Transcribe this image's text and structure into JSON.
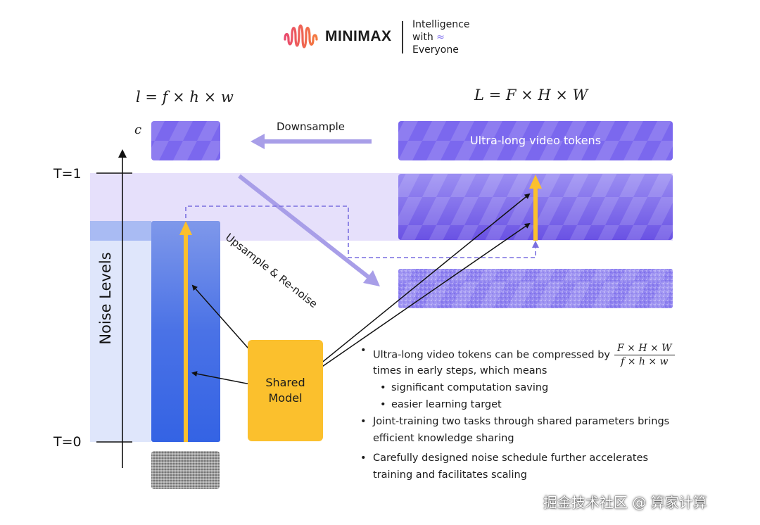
{
  "header": {
    "brand": "MINIMAX",
    "tagline_line1": "Intelligence",
    "tagline_line2": "with",
    "tagline_line3": "Everyone",
    "accent_color": "#f28c28"
  },
  "formulas": {
    "small": "l = f × h × w",
    "large": "L = F × H × W",
    "channel": "c"
  },
  "axis": {
    "t_top": "T=1",
    "t_bottom": "T=0",
    "label": "Noise Levels"
  },
  "arrows": {
    "downsample": "Downsample",
    "upsample": "Upsample & Re-noise"
  },
  "tokens": {
    "label": "Ultra-long video tokens"
  },
  "model": {
    "line1": "Shared",
    "line2": "Model"
  },
  "bullets": {
    "b1_text": "Ultra-long video tokens can be compressed by",
    "b1_frac_num": "F × H × W",
    "b1_frac_den": "f × h × w",
    "b1_cont": "times in early steps, which means",
    "sub1": "significant computation saving",
    "sub2": "easier learning target",
    "b2_line1": "Joint-training two tasks through shared parameters brings",
    "b2_line2": "efficient knowledge sharing",
    "b3_line1": "Carefully designed noise schedule further accelerates",
    "b3_line2": "training and facilitates scaling"
  },
  "watermark": "掘金技术社区 @ 算家计算",
  "colors": {
    "purple": "#7b68ee",
    "blue": "#3f68e6",
    "yellow": "#fbc02d",
    "band": "#e6e0fb"
  }
}
